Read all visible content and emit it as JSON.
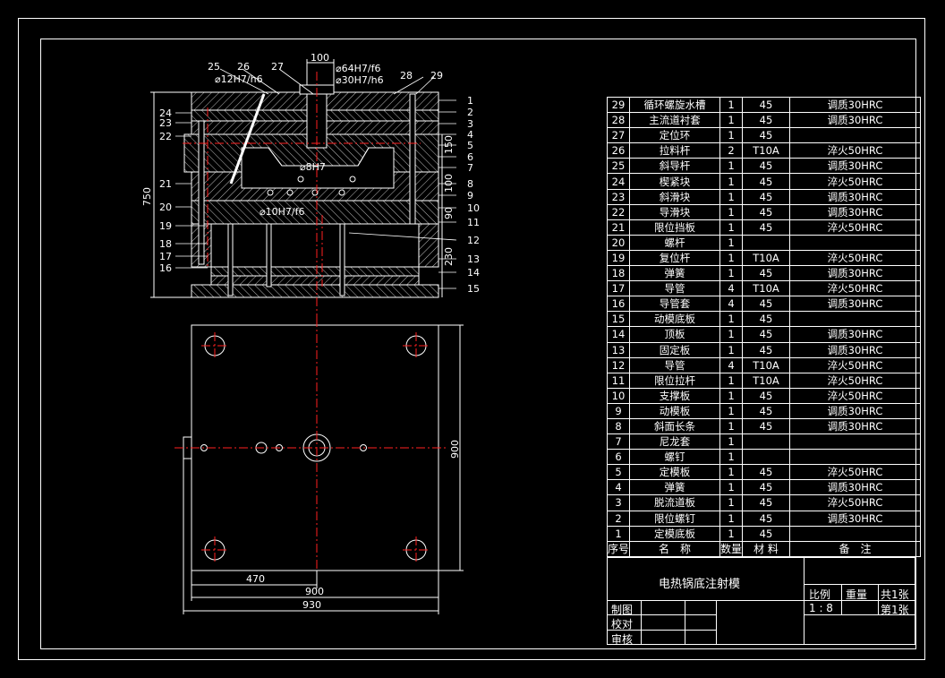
{
  "drawing": {
    "title": "电热锅底注射模",
    "labels": {
      "dim_100": "100",
      "fit_64": "⌀64H7/f6",
      "fit_12": "⌀12H7/h6",
      "fit_30": "⌀30H7/h6",
      "fit_8": "⌀8H7",
      "fit_10": "⌀10H7/f6",
      "dim_750": "750",
      "dim_150": "150",
      "dim_100b": "100",
      "dim_90": "90",
      "dim_230": "230",
      "dim_900v": "900",
      "dim_470": "470",
      "dim_900h": "900",
      "dim_930": "930"
    },
    "balloons_top": [
      "25",
      "26",
      "27",
      "28",
      "29"
    ],
    "balloons_left": [
      "24",
      "23",
      "22",
      "21",
      "20",
      "19",
      "18",
      "17",
      "16"
    ],
    "balloons_right": [
      "1",
      "2",
      "3",
      "4",
      "5",
      "6",
      "7",
      "8",
      "9",
      "10",
      "11",
      "12",
      "13",
      "14",
      "15"
    ]
  },
  "bom": {
    "header": {
      "no": "序号",
      "name": "名　称",
      "qty": "数量",
      "mat": "材 料",
      "note": "备　注"
    },
    "rows": [
      {
        "no": "29",
        "name": "循环螺旋水槽",
        "qty": "1",
        "mat": "45",
        "note": "调质30HRC"
      },
      {
        "no": "28",
        "name": "主流道衬套",
        "qty": "1",
        "mat": "45",
        "note": "调质30HRC"
      },
      {
        "no": "27",
        "name": "定位环",
        "qty": "1",
        "mat": "45",
        "note": ""
      },
      {
        "no": "26",
        "name": "拉料杆",
        "qty": "2",
        "mat": "T10A",
        "note": "淬火50HRC"
      },
      {
        "no": "25",
        "name": "斜导杆",
        "qty": "1",
        "mat": "45",
        "note": "调质30HRC"
      },
      {
        "no": "24",
        "name": "楔紧块",
        "qty": "1",
        "mat": "45",
        "note": "淬火50HRC"
      },
      {
        "no": "23",
        "name": "斜滑块",
        "qty": "1",
        "mat": "45",
        "note": "调质30HRC"
      },
      {
        "no": "22",
        "name": "导滑块",
        "qty": "1",
        "mat": "45",
        "note": "调质30HRC"
      },
      {
        "no": "21",
        "name": "限位挡板",
        "qty": "1",
        "mat": "45",
        "note": "淬火50HRC"
      },
      {
        "no": "20",
        "name": "螺杆",
        "qty": "1",
        "mat": "",
        "note": ""
      },
      {
        "no": "19",
        "name": "复位杆",
        "qty": "1",
        "mat": "T10A",
        "note": "淬火50HRC"
      },
      {
        "no": "18",
        "name": "弹簧",
        "qty": "1",
        "mat": "45",
        "note": "调质30HRC"
      },
      {
        "no": "17",
        "name": "导管",
        "qty": "4",
        "mat": "T10A",
        "note": "淬火50HRC"
      },
      {
        "no": "16",
        "name": "导管套",
        "qty": "4",
        "mat": "45",
        "note": "调质30HRC"
      },
      {
        "no": "15",
        "name": "动模底板",
        "qty": "1",
        "mat": "45",
        "note": ""
      },
      {
        "no": "14",
        "name": "顶板",
        "qty": "1",
        "mat": "45",
        "note": "调质30HRC"
      },
      {
        "no": "13",
        "name": "固定板",
        "qty": "1",
        "mat": "45",
        "note": "调质30HRC"
      },
      {
        "no": "12",
        "name": "导管",
        "qty": "4",
        "mat": "T10A",
        "note": "淬火50HRC"
      },
      {
        "no": "11",
        "name": "限位拉杆",
        "qty": "1",
        "mat": "T10A",
        "note": "淬火50HRC"
      },
      {
        "no": "10",
        "name": "支撑板",
        "qty": "1",
        "mat": "45",
        "note": "淬火50HRC"
      },
      {
        "no": "9",
        "name": "动模板",
        "qty": "1",
        "mat": "45",
        "note": "调质30HRC"
      },
      {
        "no": "8",
        "name": "斜面长条",
        "qty": "1",
        "mat": "45",
        "note": "调质30HRC"
      },
      {
        "no": "7",
        "name": "尼龙套",
        "qty": "1",
        "mat": "",
        "note": ""
      },
      {
        "no": "6",
        "name": "螺钉",
        "qty": "1",
        "mat": "",
        "note": ""
      },
      {
        "no": "5",
        "name": "定模板",
        "qty": "1",
        "mat": "45",
        "note": "淬火50HRC"
      },
      {
        "no": "4",
        "name": "弹簧",
        "qty": "1",
        "mat": "45",
        "note": "调质30HRC"
      },
      {
        "no": "3",
        "name": "脱流道板",
        "qty": "1",
        "mat": "45",
        "note": "淬火50HRC"
      },
      {
        "no": "2",
        "name": "限位螺钉",
        "qty": "1",
        "mat": "45",
        "note": "调质30HRC"
      },
      {
        "no": "1",
        "name": "定模底板",
        "qty": "1",
        "mat": "45",
        "note": ""
      }
    ]
  },
  "title_block": {
    "drawing_name": "电热锅底注射模",
    "scale_label": "比例",
    "weight_label": "重量",
    "total_sheets": "共1张",
    "scale_value": "1 : 8",
    "sheet_no": "第1张",
    "drawn_by": "制图",
    "checked_by": "校对",
    "approved_by": "审核"
  },
  "colors": {
    "background": "#000000",
    "line": "#ffffff",
    "centerline": "#ff0000",
    "hatch": "#c0c0c0"
  }
}
